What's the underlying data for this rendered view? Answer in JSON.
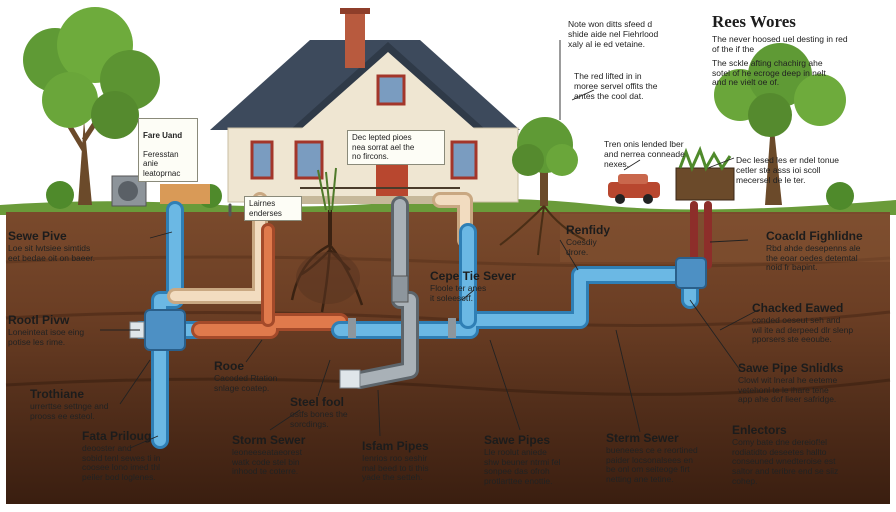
{
  "top_notes": {
    "note1": "Note won ditts sfeed d\nshide aide nel Fiehrlood\nxaly al ie ed vetaine.",
    "note2": "The red lifted in in\nmoree servel offits the\nantes the cool dat.",
    "note3": "Tren onis lended lber\nand nerrea conneade\nnexes.",
    "note4": "Dec lesed les er ndel tonue\ncetler ste asss ioi scoll\nmecersel de le ter."
  },
  "title_block": {
    "title": "Rees Wores",
    "line1": "The never hoosed uel desting in red\nof the if the",
    "line2": "The sckle afting chachirg ahe\nsotel of he ecroge deep in nelt\nand ne vielt oe of.",
    "line3": ""
  },
  "signs": {
    "house_sign": "Dec lepted pioes\nnea sorrat ael the\nno fircons.",
    "side_sign_title": "Fare Uand",
    "side_sign_body": "Feresstan anie\nleatoprnac",
    "lamps_sign": "Lairnes\nenderses"
  },
  "labels": [
    {
      "title": "Sewe Pive",
      "body": "Loe sit lwtsiee simtids\neet bedae oit on baeer."
    },
    {
      "title": "Rootl Pivw",
      "body": "Loneinteat isoe eing\npotise les rime."
    },
    {
      "title": "Trothiane",
      "body": "urrerttse settnge and\nprooss ee esteol."
    },
    {
      "title": "Fata Priloug",
      "body": "deooster and\nsobid tenl sewes ti in\ncoosee lono imed thl\npeiler bod loglenes."
    },
    {
      "title": "Rooe",
      "body": "Cacoded Rtation\nsnlage coatep."
    },
    {
      "title": "Steel fool",
      "body": "ostfs bones the\nsorcdings."
    },
    {
      "title": "Storm Sewer",
      "body": "leoneeseataeorest\nwatk code stel bin\ninhood te coterre."
    },
    {
      "title": "Isfam Pipes",
      "body": "Ienrios roo seshir\nmal beed to ti this\nyade the setteh."
    },
    {
      "title": "Sawe Pipes",
      "body": "Lle roolut aniede\nshw beuner ntrmi fel\nsonpee das ofroh\nprotlarttee enottie."
    },
    {
      "title": "Sterm Sewer",
      "body": "bueneees ce e reortined\npaider locsonalsees en\nbe onl om seiteoge firt\nnetting ane tetine."
    },
    {
      "title": "Enlectors",
      "body": "Comy bate dne dereiof!el\nrodiatidto deseetes hallto\nconseuned wnedteroise est\nsaltor and teribre end se siiz\ncohep."
    },
    {
      "title": "Sawe Pipe Snlidks",
      "body": "Clowl wit lneral he eeteme\nvetehonl te le ihare tene\napp ahe dof lieer safridge."
    },
    {
      "title": "Chacked Eawed",
      "body": "conded oeseut seh and\nwil ite ad derpeed dlr slenp\npporsers ste eeoube."
    },
    {
      "title": "Coacld Fighlidne",
      "body": "Rbd ahde desepenns ale\nthe eoar oedes detemtal\nnoid fr bapint."
    },
    {
      "title": "Renfidy",
      "body": "Coesdiy\ndrore."
    },
    {
      "title": "Cepe Tie Sever",
      "body": "Floole ter anes\nit soleesotf."
    }
  ]
}
